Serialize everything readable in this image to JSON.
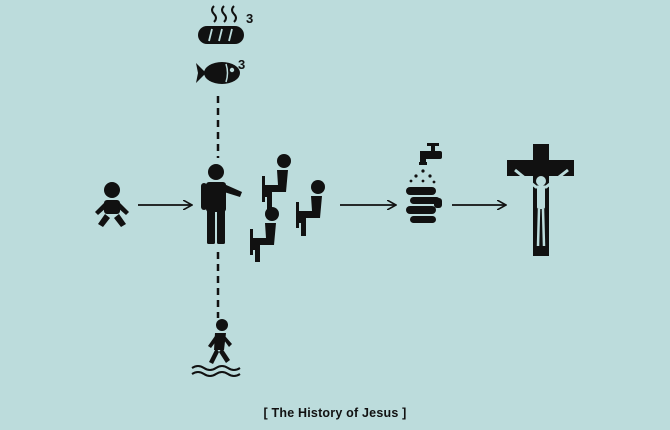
{
  "caption": "[ The History of Jesus ]",
  "bread_count": "3",
  "fish_count": "3",
  "icons": {
    "baby": "baby-icon",
    "teacher": "teacher-icon",
    "audience": "seated-listeners-icon",
    "bread": "bread-loaf-icon",
    "fish": "fish-icon",
    "water_walker": "walking-on-water-icon",
    "hand_washing": "hand-washing-icon",
    "crucifix": "crucifix-icon"
  },
  "colors": {
    "background": "#bcdcdc",
    "ink": "#111111"
  }
}
